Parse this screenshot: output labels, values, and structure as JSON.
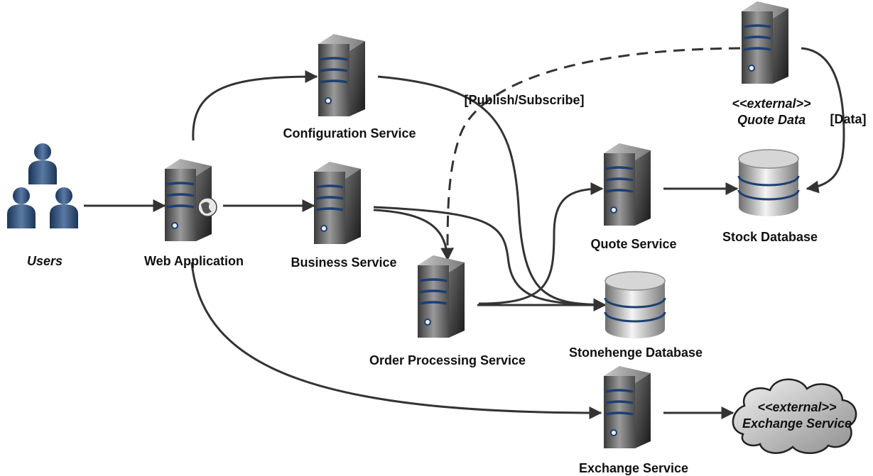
{
  "nodes": {
    "users": {
      "label": "Users",
      "icon": "users-icon"
    },
    "web_application": {
      "label": "Web Application",
      "icon": "web-server-icon"
    },
    "configuration_service": {
      "label": "Configuration Service",
      "icon": "server-icon"
    },
    "business_service": {
      "label": "Business Service",
      "icon": "server-icon"
    },
    "order_processing_service": {
      "label": "Order Processing Service",
      "icon": "server-icon"
    },
    "quote_service": {
      "label": "Quote Service",
      "icon": "server-icon"
    },
    "stock_database": {
      "label": "Stock Database",
      "icon": "database-icon"
    },
    "stonehenge_database": {
      "label": "Stonehenge Database",
      "icon": "database-icon"
    },
    "exchange_service": {
      "label": "Exchange Service",
      "icon": "server-icon"
    },
    "quote_data": {
      "stereotype": "<<external>>",
      "label": "Quote Data",
      "icon": "server-icon"
    },
    "external_exchange_service": {
      "stereotype": "<<external>>",
      "label": "Exchange Service",
      "icon": "cloud-icon"
    }
  },
  "edge_labels": {
    "publish_subscribe": "[Publish/Subscribe]",
    "data": "[Data]"
  },
  "colors": {
    "stroke": "#333333",
    "server_stripe": "#1d3f72",
    "user_fill": "#2d4e7b"
  }
}
